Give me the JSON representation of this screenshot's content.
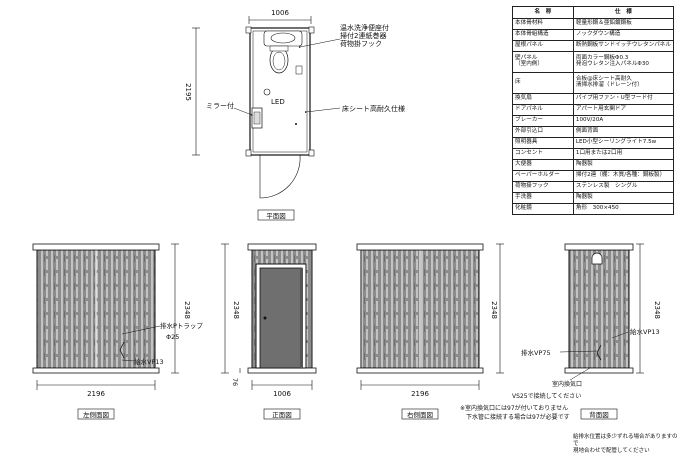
{
  "plan": {
    "top_dim": "1006",
    "left_dim": "2195",
    "callout_toilet": "温水洗浄便座付\n掃付2連紙巻器\n荷物掛フック",
    "callout_floor": "床シート高耐久仕様",
    "callout_mirror": "ミラー付",
    "led_label": "LED",
    "caption": "平面図"
  },
  "views": {
    "left": {
      "caption": "左側面図",
      "width_dim": "2196",
      "height_dim": "2348",
      "drain_label": "排水Pトラップ",
      "drain_size": "Φ25",
      "supply_label": "給水VP13"
    },
    "front": {
      "caption": "正面図",
      "width_dim": "1006",
      "height_dim": "2348",
      "base_dim": "76"
    },
    "right": {
      "caption": "右側面図",
      "width_dim": "2196",
      "height_dim": "2348"
    },
    "back": {
      "caption": "背面図",
      "height_dim": "2348",
      "drain_label": "排水VP75",
      "supply_label": "給水VP13",
      "outlet_label": "室内換気口",
      "vs_note": "VS25で接続してください"
    }
  },
  "notes": {
    "indoor": "※室内換気口には97が付いておりません\n下水管に接続する場合は97が必要です",
    "bottom_right": "給排水位置は多少ずれる場合がありますので\n現地合わせで配管してください"
  },
  "spec_table": {
    "header": [
      "名　称",
      "仕　様"
    ],
    "rows": [
      [
        "本体骨材料",
        "軽量形鋼＆亜鉛鍍鋼板"
      ],
      [
        "本体骨組構造",
        "ノックダウン構造"
      ],
      [
        "屋根パネル",
        "断熱鋼板サンドイッチウレタンパネル"
      ],
      [
        "壁パネル\n（室内側）",
        "両面カラー鋼板Φ0.3\n発泡ウレタン注入パネルΦ30"
      ],
      [
        "床",
        "合板@床シート高耐久\n清掃水排溜（ドレーン付）"
      ],
      [
        "換気扇",
        "パイプ用ファン・U型フード付"
      ],
      [
        "ドアパネル",
        "アパート用玄関ドア"
      ],
      [
        "ブレーカー",
        "100V/20A"
      ],
      [
        "外部引込口",
        "側面背面"
      ],
      [
        "照明器具",
        "LED小型シーリングライト7.5w"
      ],
      [
        "コンセント",
        "1口用または2口用"
      ],
      [
        "大便器",
        "陶器製"
      ],
      [
        "ペーパーホルダー",
        "掃付2連（棚：木質/各種：鋼板製）"
      ],
      [
        "荷物掛フック",
        "ステンレス製　シングル"
      ],
      [
        "手洗器",
        "陶器製"
      ],
      [
        "化粧鏡",
        "角形　300×450"
      ]
    ]
  }
}
